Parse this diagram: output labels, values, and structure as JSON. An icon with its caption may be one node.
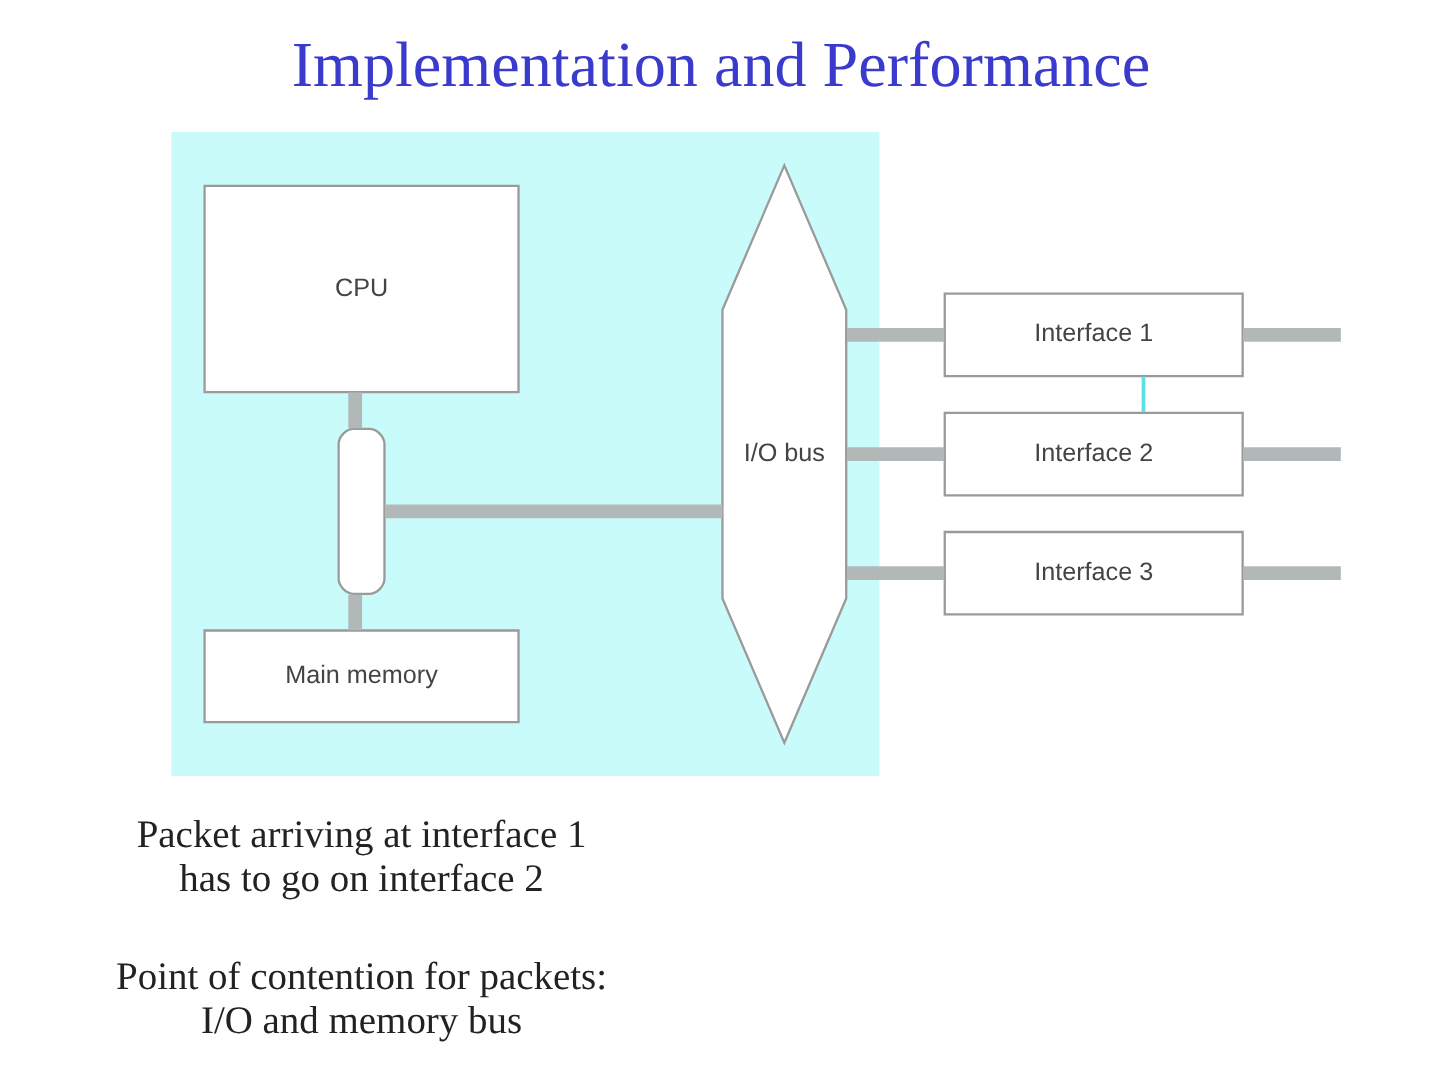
{
  "diagram": {
    "title": "Implementation and Performance",
    "nodes": [
      {
        "text": [],
        "shape": "box"
      },
      {
        "text": [
          "CPU"
        ],
        "in": 0
      },
      {
        "text": [],
        "shape": "bar",
        "in": 0
      },
      {
        "text": [
          "Main memory"
        ],
        "in": 0
      },
      {
        "text": [
          "I/O bus"
        ],
        "in": 0
      },
      {
        "text": [
          "Interface 1"
        ]
      },
      {
        "text": [
          "Interface 2"
        ]
      },
      {
        "text": [
          "Interface 3"
        ]
      }
    ],
    "edges": [
      {
        "from": 1,
        "to": 2,
        "arrow": "none"
      },
      {
        "from": 2,
        "to": 3,
        "arrow": "none"
      },
      {
        "from": 2,
        "to": 4,
        "arrow": "none"
      },
      {
        "from": 4,
        "to": 5,
        "arrow": "none"
      },
      {
        "from": 4,
        "to": 6,
        "arrow": "none"
      },
      {
        "from": 4,
        "to": 7,
        "arrow": "none"
      },
      {
        "from": 5,
        "to": null,
        "arrow": "none"
      },
      {
        "from": 6,
        "to": null,
        "arrow": "none"
      },
      {
        "from": 7,
        "to": null,
        "arrow": "none"
      },
      {
        "from": 5,
        "to": 6,
        "arrow": "none",
        "color": "#5ee0e0"
      }
    ],
    "labels": [
      "Packet arriving at interface 1 has to go on interface 2",
      "Point of contention for packets: I/O and memory bus"
    ]
  }
}
